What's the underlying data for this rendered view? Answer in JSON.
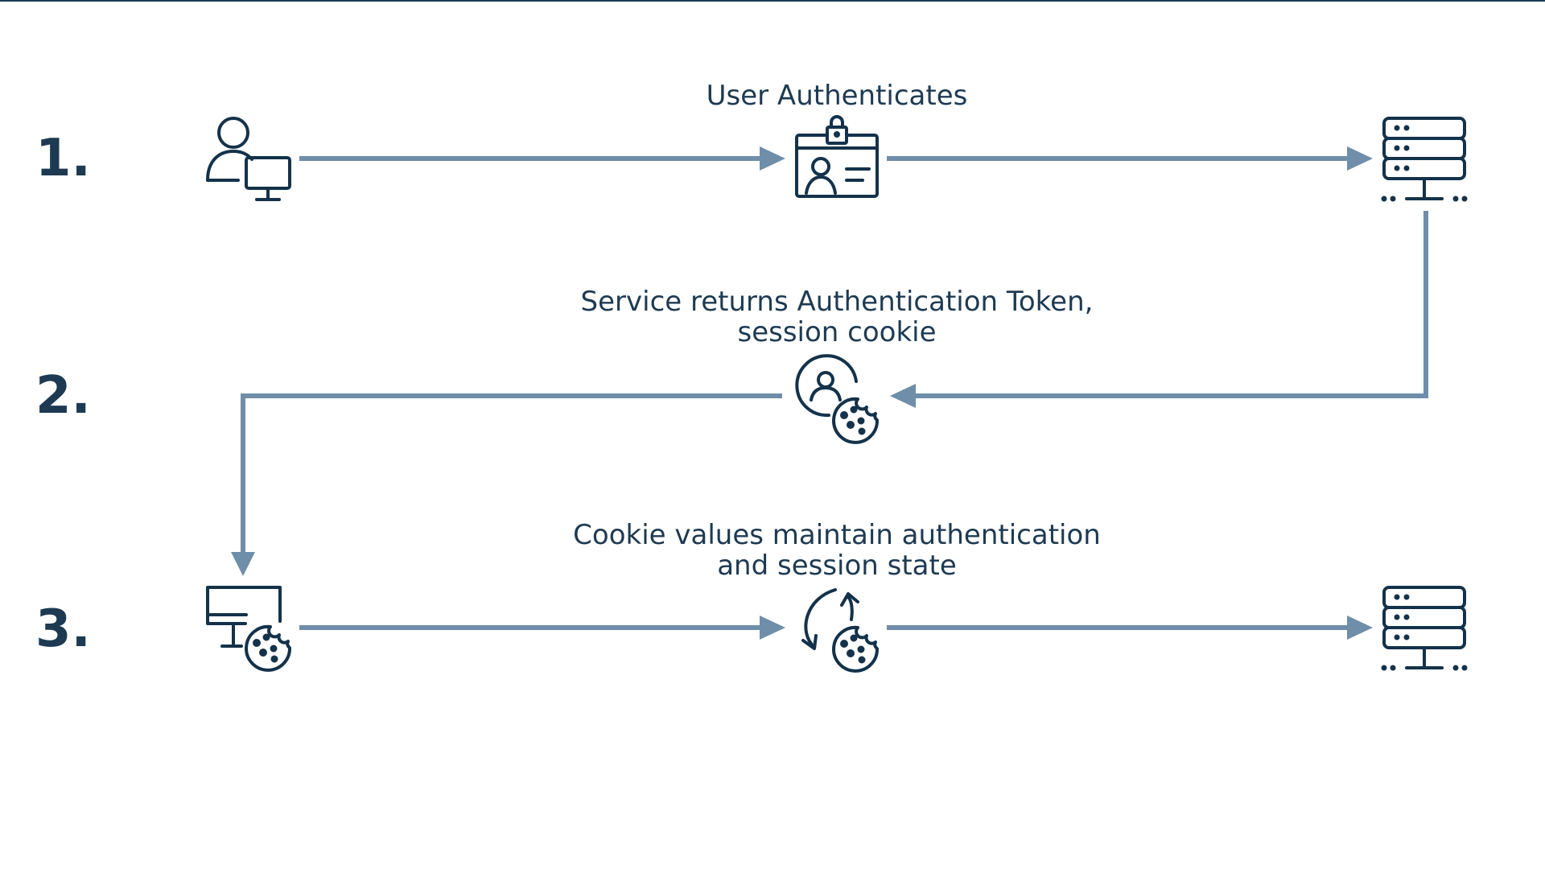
{
  "steps": [
    {
      "number": "1.",
      "caption": "User Authenticates",
      "source_icon": "user-computer-icon",
      "middle_icon": "id-badge-lock-icon",
      "target_icon": "server-icon"
    },
    {
      "number": "2.",
      "caption": "Service returns Authentication Token,\nsession cookie",
      "middle_icon": "user-cookie-icon"
    },
    {
      "number": "3.",
      "caption": "Cookie values maintain authentication\nand session state",
      "source_icon": "computer-cookie-icon",
      "middle_icon": "cookie-refresh-icon",
      "target_icon": "server-icon"
    }
  ],
  "colors": {
    "icon": "#14324a",
    "text": "#1e3a52",
    "flow": "#6f8ea9",
    "top_rule": "#1d3b55"
  }
}
